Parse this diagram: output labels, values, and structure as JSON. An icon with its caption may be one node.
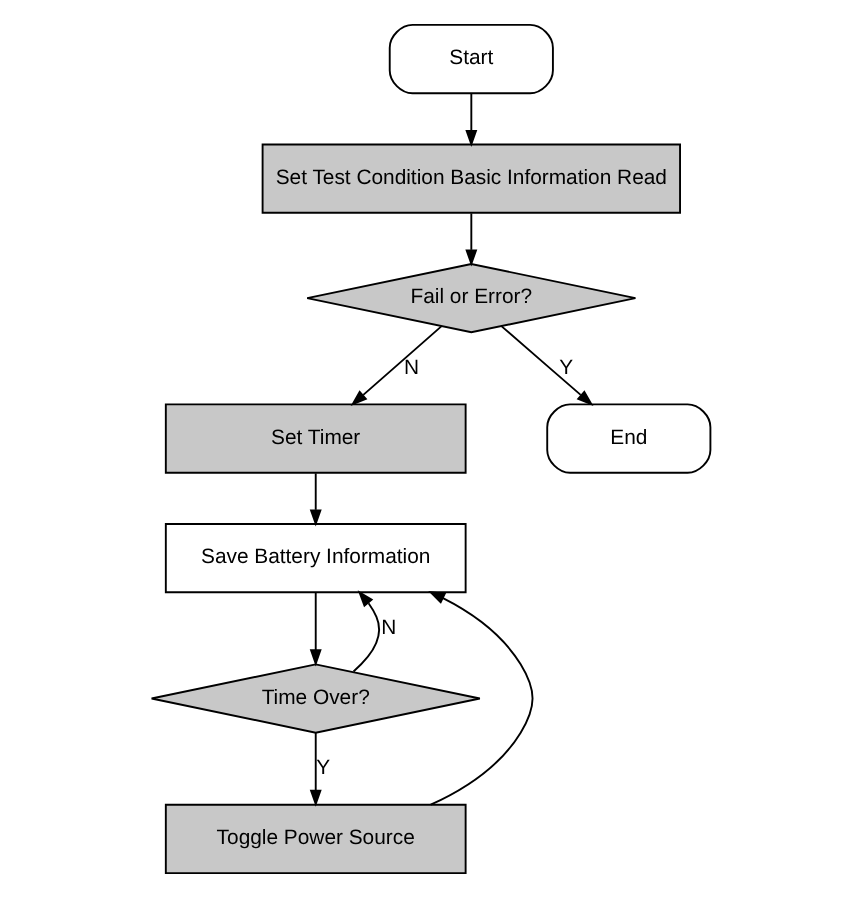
{
  "diagram": {
    "nodes": [
      {
        "text": [
          "Start"
        ]
      },
      {
        "text": [
          "Set Test Condition Basic Information Read"
        ]
      },
      {
        "text": [
          "Fail or Error?"
        ]
      },
      {
        "text": [
          "Set Timer"
        ]
      },
      {
        "text": [
          "Save Battery Information"
        ]
      },
      {
        "text": [
          "Time Over?"
        ]
      },
      {
        "text": [
          "Toggle Power Source"
        ]
      },
      {
        "text": [
          "End"
        ]
      }
    ],
    "edges": [
      {
        "from": 0,
        "to": 1,
        "arrow": "to"
      },
      {
        "from": 1,
        "to": 2,
        "arrow": "to"
      },
      {
        "from": 2,
        "to": 3,
        "arrow": "to",
        "label": "N"
      },
      {
        "from": 2,
        "to": 7,
        "arrow": "to",
        "label": "Y"
      },
      {
        "from": 3,
        "to": 4,
        "arrow": "to"
      },
      {
        "from": 4,
        "to": 5,
        "arrow": "to"
      },
      {
        "from": 5,
        "to": 4,
        "arrow": "to",
        "label": "N"
      },
      {
        "from": 5,
        "to": 6,
        "arrow": "to",
        "label": "Y"
      },
      {
        "from": 6,
        "to": 4,
        "arrow": "to"
      }
    ]
  }
}
